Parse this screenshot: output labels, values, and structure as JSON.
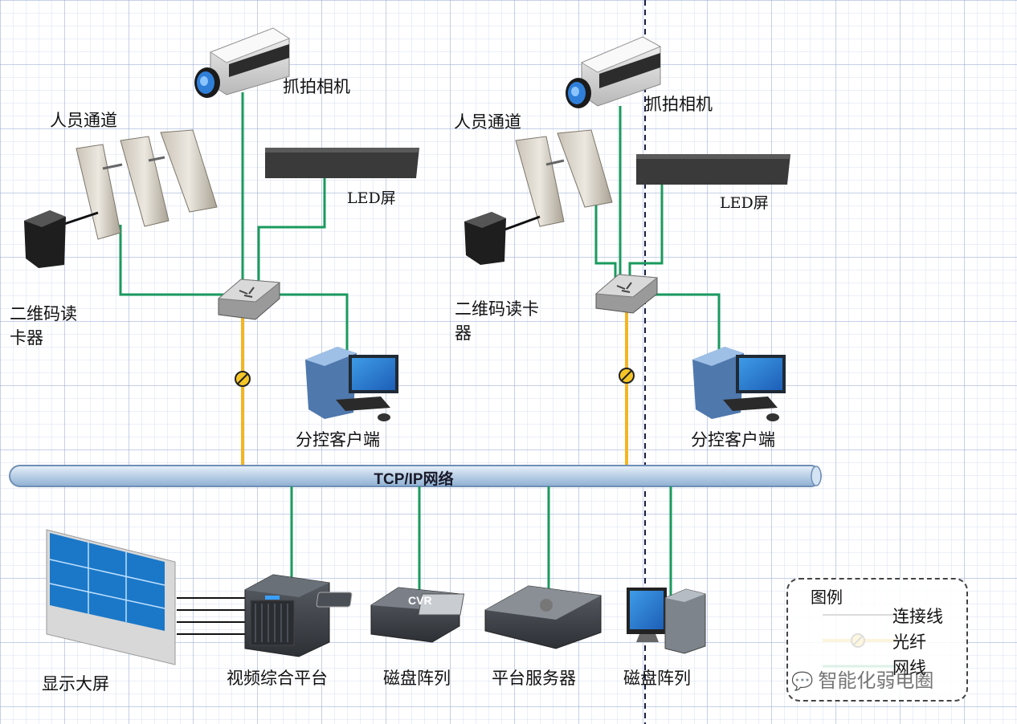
{
  "labels": {
    "camera_left": "抓拍相机",
    "camera_right": "抓拍相机",
    "gate_left": "人员通道",
    "gate_right": "人员通道",
    "led_left": "LED屏",
    "led_right": "LED屏",
    "qr_reader_left": "二维码读卡器",
    "qr_reader_right": "二维码读卡器",
    "client_left": "分控客户端",
    "client_right": "分控客户端",
    "network": "TCP/IP网络",
    "display_wall": "显示大屏",
    "video_platform": "视频综合平台",
    "disk_array_1": "磁盘阵列",
    "platform_server": "平台服务器",
    "disk_array_2": "磁盘阵列",
    "cvr_badge": "CVR"
  },
  "legend": {
    "title": "图例",
    "items": [
      "连接线",
      "光纤",
      "网线"
    ]
  },
  "watermark": "智能化弱电圈",
  "colors": {
    "ethernet": "#1a9a5e",
    "fiber": "#f2b624",
    "connection": "#111111",
    "bus_fill": "#c5d8ec",
    "bus_stroke": "#6f8fb6",
    "divider": "#1a1a40"
  }
}
